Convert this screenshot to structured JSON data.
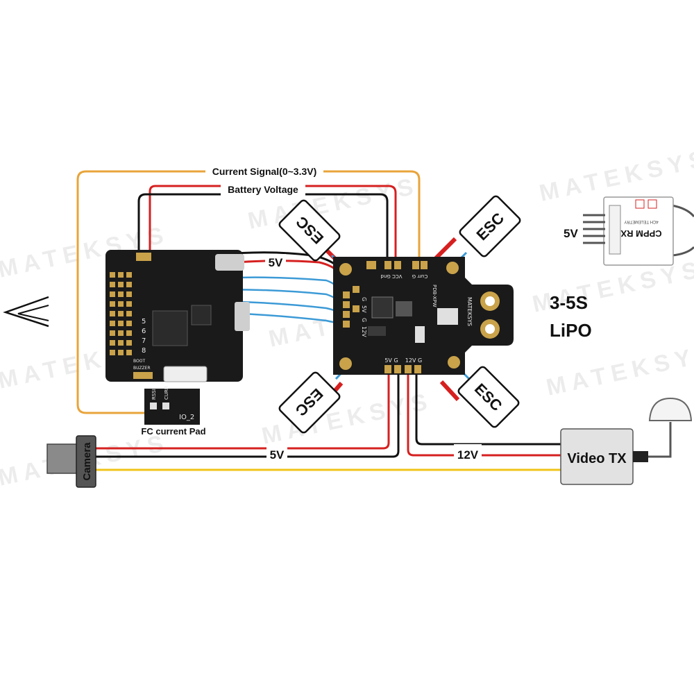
{
  "watermark": "MATEKSYS",
  "labels": {
    "current_signal": "Current Signal(0~3.3V)",
    "battery_voltage": "Battery Voltage",
    "five_v_fc": "5V",
    "fc_current_pad": "FC current Pad",
    "five_v_camera": "5V",
    "twelve_v": "12V",
    "five_v_rx": "5V",
    "lipo_cells": "3-5S",
    "lipo": "LiPO"
  },
  "components": {
    "esc": "ESC",
    "camera": "Camera",
    "video_tx": "Video TX",
    "receiver": "CPPM RX",
    "receiver_sub": "4CH TELEMETRY"
  },
  "pdb_silk": {
    "brand": "MATEKSYS",
    "model": "PDB-XPW",
    "top_pads": "VCC Gnd",
    "cur_pads": "Curr G",
    "left_pads": [
      "G",
      "5V",
      "G",
      "12V"
    ],
    "bottom_left": "5V G",
    "bottom_right": "12V G"
  },
  "fc_silk": {
    "buzzer": "BUZZER",
    "boot": "BOOT",
    "rssi": "RSSI",
    "curr": "CURR",
    "io": "IO_2",
    "pins": [
      "5",
      "6",
      "7",
      "8"
    ]
  },
  "colors": {
    "orange_wire": "#e8a43a",
    "red_wire": "#d62020",
    "black_wire": "#111111",
    "blue_wire": "#3c9ad6",
    "yellow_wire": "#f0c419",
    "board": "#1a1a1a",
    "pad": "#c9a24a"
  }
}
